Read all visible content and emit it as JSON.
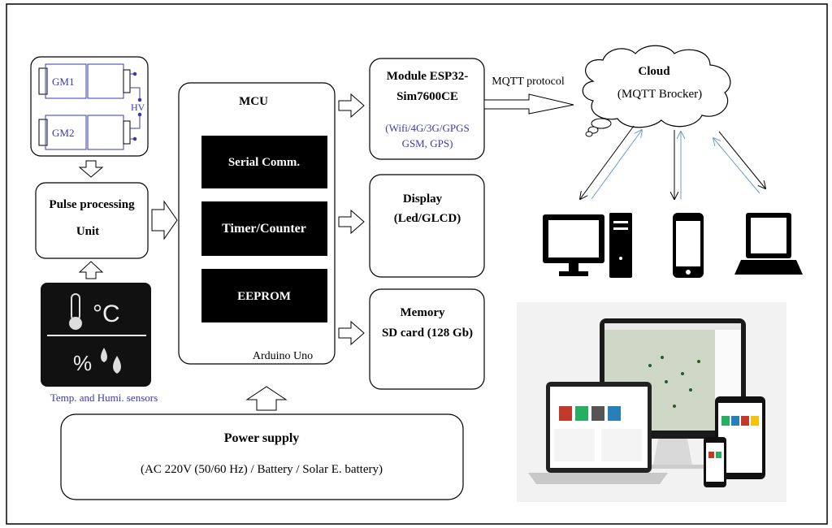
{
  "colors": {
    "border": "#000000",
    "blue_text": "#3a3ab0",
    "block_fill": "#000000",
    "arrow_blue": "#6a9fd0"
  },
  "detector": {
    "gm1": "GM1",
    "gm2": "GM2",
    "hv": "HV"
  },
  "pulse_unit": {
    "line1": "Pulse processing",
    "line2": "Unit"
  },
  "sensor": {
    "temp_unit": "°C",
    "humidity_symbol": "%",
    "caption": "Temp. and Humi. sensors",
    "icons": [
      "thermometer-icon",
      "water-drops-icon"
    ]
  },
  "mcu": {
    "title": "MCU",
    "blocks": [
      "Serial Comm.",
      "Timer/Counter",
      "EEPROM"
    ],
    "board": "Arduino Uno"
  },
  "esp32": {
    "line1": "Module ESP32-",
    "line2": "Sim7600CE",
    "sub1": "(Wifi/4G/3G/GPGS",
    "sub2": "GSM, GPS)"
  },
  "display": {
    "line1": "Display",
    "line2": "(Led/GLCD)"
  },
  "memory": {
    "line1": "Memory",
    "line2": "SD card (128 Gb)"
  },
  "power": {
    "title": "Power supply",
    "subtitle": "(AC 220V (50/60 Hz) / Battery / Solar E. battery)"
  },
  "link": {
    "protocol": "MQTT protocol"
  },
  "cloud": {
    "title": "Cloud",
    "subtitle": "(MQTT Brocker)"
  },
  "clients": [
    "desktop-icon",
    "smartphone-icon",
    "laptop-icon"
  ]
}
